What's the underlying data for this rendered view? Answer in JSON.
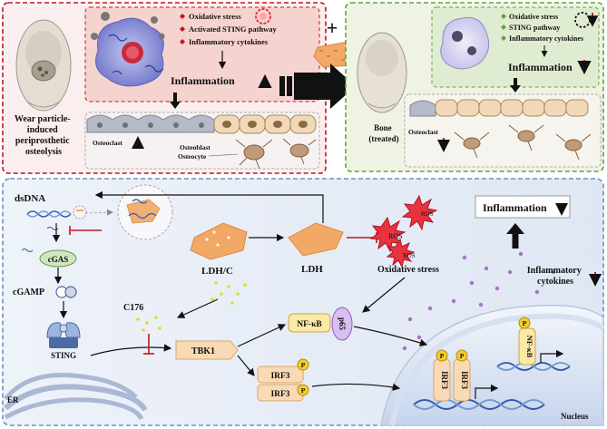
{
  "top_left": {
    "list": [
      "Oxidative stress",
      "Activated STING pathway",
      "Inflammatory cytokines"
    ],
    "inflammation": "Inflammation",
    "condition": [
      "Wear particle-",
      "induced",
      "periprosthetic",
      "osteolysis"
    ],
    "osteoclast": "Osteoclast",
    "osteoblast": "Osteoblast",
    "osteocyte": "Osteocyte"
  },
  "top_middle": {
    "plus": "+"
  },
  "top_right": {
    "list": [
      "Oxidative stress",
      "STING pathway",
      "Inflammatory cytokines"
    ],
    "inflammation": "Inflammation",
    "bone": [
      "Bone",
      "(treated)"
    ],
    "osteoclast": "Osteoclast"
  },
  "bottom": {
    "dsdna": "dsDNA",
    "cgas": "cGAS",
    "cgamp": "cGAMP",
    "sting": "STING",
    "er": "ER",
    "ldhc": "LDH/C",
    "ldh": "LDH",
    "c176": "C176",
    "tbk1": "TBK1",
    "irf3_a": "IRF3",
    "irf3_b": "IRF3",
    "p": "P",
    "nfkb": "NF-κB",
    "p65": "p65",
    "ros": "ROS",
    "oxidative": "Oxidative stress",
    "inflammation_box": "Inflammation",
    "cytokines": [
      "Inflammatory",
      "cytokines"
    ],
    "nucleus": "Nucleus",
    "irf3_nuc_a": "IRF3",
    "irf3_nuc_b": "IRF3",
    "nfkb_nuc": "NF-κB"
  },
  "colors": {
    "red_border": "#c0171f",
    "green_border": "#66a23a",
    "blue_border": "#6b90c4",
    "cell_purple": "#8a8fd6",
    "ldh_orange": "#f2a866",
    "irf3_fill": "#f9dab5",
    "sting_blue": "#4a6aa8",
    "nfkb_fill": "#fbe9a8",
    "p65_fill": "#d8bff0",
    "p_fill": "#f4cc2a",
    "ros_red": "#e5333f"
  }
}
